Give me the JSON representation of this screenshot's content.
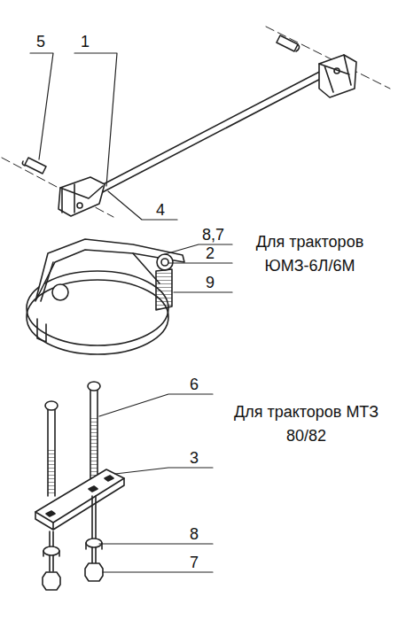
{
  "diagram": {
    "labels": [
      "5",
      "1",
      "4",
      "8,7",
      "Для тракторов ЮМЗ-6Л/6М",
      "2",
      "9",
      "6",
      "Для тракторов МТЗ 80/82",
      "3",
      "8",
      "7"
    ]
  }
}
